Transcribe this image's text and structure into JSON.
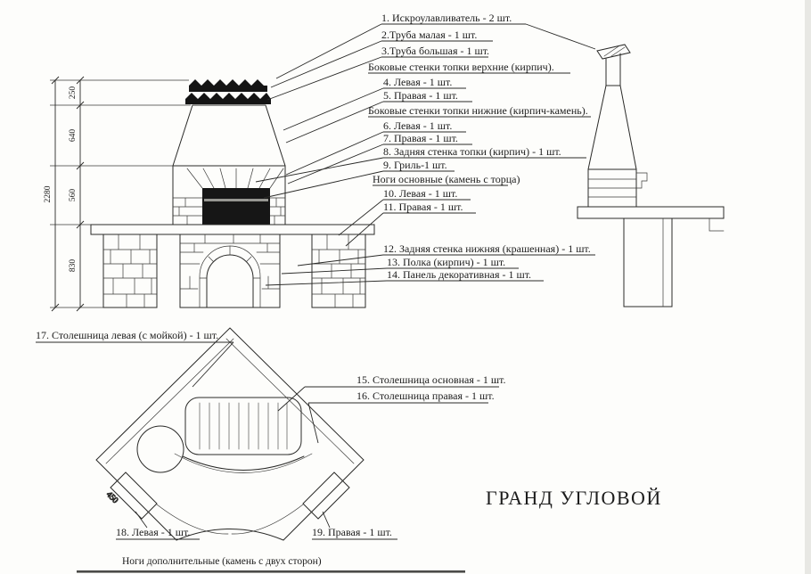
{
  "doc": {
    "title": "ГРАНД УГЛОВОЙ",
    "footer_note": "Ноги дополнительные (камень с двух сторон)"
  },
  "parts_list": [
    "1. Искроулавливатель - 2  шт.",
    "2.Труба малая  - 1 шт.",
    "3.Труба большая - 1 шт.",
    "Боковые стенки топки  верхние (кирпич).",
    "4. Левая - 1 шт.",
    "5. Правая - 1 шт.",
    "Боковые стенки топки нижние (кирпич-камень).",
    "6. Левая  - 1 шт.",
    "7. Правая - 1 шт.",
    "8. Задняя стенка топки  (кирпич) - 1 шт.",
    "9. Гриль-1 шт.",
    "Ноги основные  (камень с торца)",
    "10. Левая  - 1 шт.",
    "11. Правая - 1 шт.",
    "12. Задняя стенка нижняя (крашенная) - 1 шт.",
    "13. Полка (кирпич) - 1 шт.",
    "14. Панель декоративная - 1 шт."
  ],
  "plan_labels": {
    "countertop_left": "17. Столешница левая (с мойкой) - 1 шт.",
    "countertop_main": "15. Столешница основная - 1 шт.",
    "countertop_right": "16. Столешница правая - 1 шт.",
    "leg_left": "18. Левая  - 1 шт.",
    "leg_right": "19. Правая - 1 шт."
  },
  "dimensions": {
    "front_total": "2280",
    "front_segments": [
      "250",
      "640",
      "560",
      "830"
    ],
    "plan_edge": "450"
  }
}
